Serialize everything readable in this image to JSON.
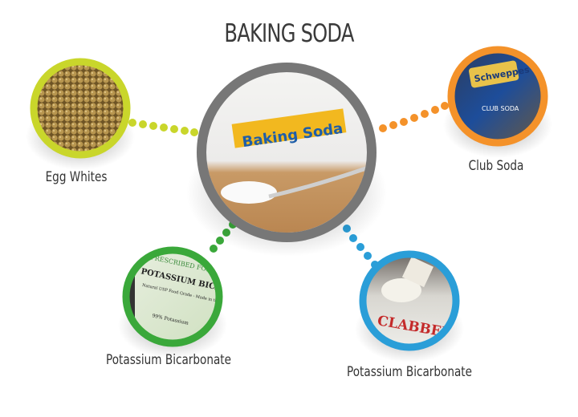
{
  "title": "BAKING SODA",
  "center": {
    "name": "Baking Soda",
    "image_text": "Baking Soda",
    "border_color": "#777777"
  },
  "substitutes": [
    {
      "label": "Egg Whites",
      "border_color": "#c9d62b"
    },
    {
      "label": "Club Soda",
      "border_color": "#f4922a",
      "image_text": [
        "Schweppes",
        "CLUB SODA"
      ]
    },
    {
      "label": "Potassium Bicarbonate",
      "border_color": "#3aa83a",
      "image_text": [
        "PRESCRIBED FOR",
        "POTASSIUM BICARBONATE",
        "Natural USP Food Grade - Made in the USA",
        "99% Potassium"
      ]
    },
    {
      "label": "Potassium Bicarbonate",
      "border_color": "#2a9ed8",
      "image_text": [
        "CLABBER GIRL"
      ]
    }
  ]
}
